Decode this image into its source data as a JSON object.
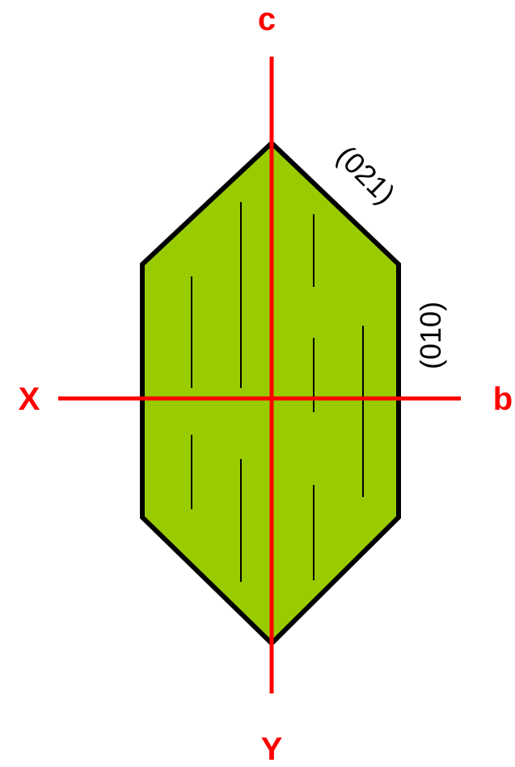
{
  "axes": {
    "c_label": "c",
    "y_label": "Y",
    "x_label": "X",
    "b_label": "b",
    "color": "#ff0000"
  },
  "faces": {
    "upper_right_label": "(021)",
    "right_side_label": "(010)"
  },
  "crystal": {
    "fill_color": "#99cc00",
    "outline_color": "#000000",
    "cleavage_color": "#000000"
  }
}
